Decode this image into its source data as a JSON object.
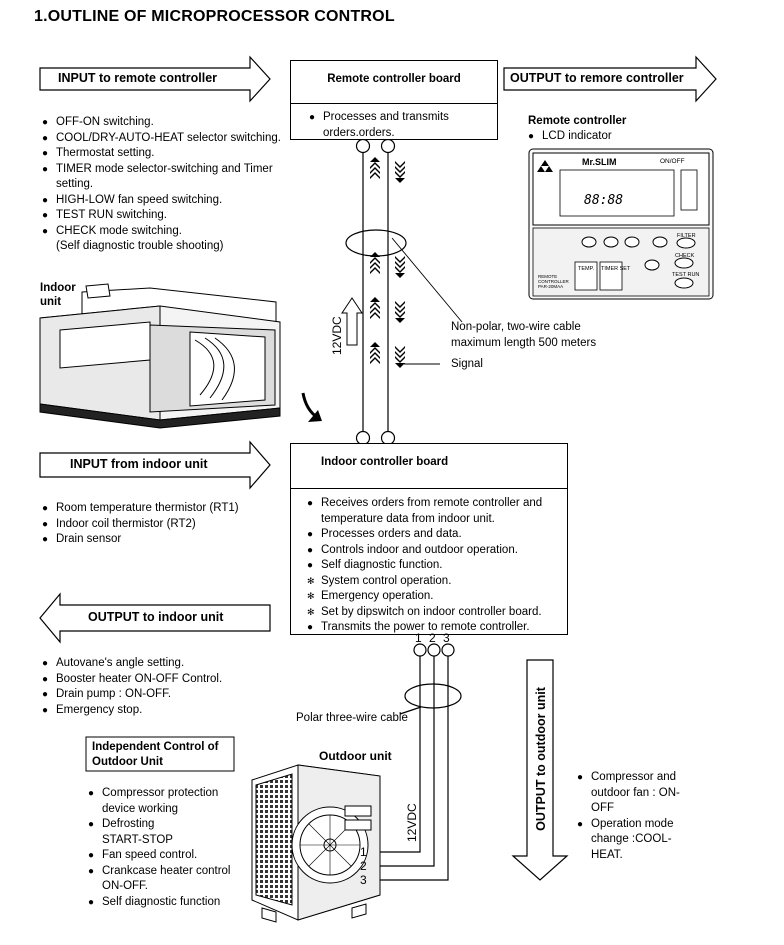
{
  "page_title": "1.OUTLINE OF MICROPROCESSOR CONTROL",
  "arrows": {
    "input_remote": "INPUT to remote controller",
    "output_remote": "OUTPUT to remore controller",
    "input_indoor": "INPUT from indoor unit",
    "output_indoor": "OUTPUT to indoor unit",
    "output_outdoor": "OUTPUT to outdoor unit"
  },
  "remote_board": {
    "title": "Remote controller board",
    "items": [
      "Processes and transmits orders.orders."
    ]
  },
  "remote_inputs": [
    {
      "text": "OFF-ON switching.",
      "kind": "bullet"
    },
    {
      "text": "COOL/DRY-AUTO-HEAT selector switching.",
      "kind": "bullet"
    },
    {
      "text": "Thermostat setting.",
      "kind": "bullet"
    },
    {
      "text": "TIMER mode selector-switching and Timer",
      "kind": "bullet"
    },
    {
      "text": "setting.",
      "kind": "sub"
    },
    {
      "text": "HIGH-LOW fan speed switching.",
      "kind": "bullet"
    },
    {
      "text": "TEST RUN switching.",
      "kind": "bullet"
    },
    {
      "text": "CHECK mode switching.",
      "kind": "bullet"
    },
    {
      "text": "(Self diagnostic trouble shooting)",
      "kind": "sub"
    }
  ],
  "remote_controller": {
    "title": "Remote controller",
    "items": [
      "LCD indicator"
    ],
    "brand": "Mr.SLIM",
    "power_label": "ON/OFF",
    "display_value": "88:88",
    "buttons": [
      "TEMP.",
      "TIMER SET",
      "FILTER",
      "CHECK",
      "TEST RUN"
    ],
    "model": "REMOTE CONTROLLER PAR-20MAA"
  },
  "indoor_unit_label": "Indoor\nunit",
  "cable_note": [
    "Non-polar, two-wire cable",
    "maximum length 500 meters"
  ],
  "signal_label": "Signal",
  "vdc_label": "12VDC",
  "indoor_board": {
    "title": "Indoor controller board",
    "items": [
      {
        "text": "Receives orders from remote controller and",
        "kind": "bullet"
      },
      {
        "text": "temperature data from indoor unit.",
        "kind": "sub"
      },
      {
        "text": "Processes orders and data.",
        "kind": "bullet"
      },
      {
        "text": "Controls indoor and outdoor operation.",
        "kind": "bullet"
      },
      {
        "text": "Self diagnostic function.",
        "kind": "bullet"
      },
      {
        "text": "System control operation.",
        "kind": "note"
      },
      {
        "text": "Emergency operation.",
        "kind": "note"
      },
      {
        "text": "Set by dipswitch on indoor controller board.",
        "kind": "note"
      },
      {
        "text": "Transmits the power to remote controller.",
        "kind": "bullet"
      }
    ]
  },
  "indoor_inputs": [
    "Room temperature thermistor (RT1)",
    "Indoor coil thermistor (RT2)",
    "Drain sensor"
  ],
  "indoor_outputs": [
    "Autovane's angle setting.",
    "Booster heater ON-OFF Control.",
    "Drain pump : ON-OFF.",
    "Emergency stop."
  ],
  "terminals": [
    "1",
    "2",
    "3"
  ],
  "polar_cable": "Polar three-wire cable",
  "independent_box": [
    "Independent Control of",
    "Outdoor Unit"
  ],
  "independent_items": [
    {
      "text": "Compressor protection",
      "kind": "bullet"
    },
    {
      "text": "device working",
      "kind": "sub"
    },
    {
      "text": "Defrosting",
      "kind": "bullet"
    },
    {
      "text": "START-STOP",
      "kind": "sub"
    },
    {
      "text": "Fan speed control.",
      "kind": "bullet"
    },
    {
      "text": "Crankcase heater control",
      "kind": "bullet"
    },
    {
      "text": "ON-OFF.",
      "kind": "sub"
    },
    {
      "text": "Self diagnostic function",
      "kind": "bullet"
    }
  ],
  "outdoor_unit_label": "Outdoor unit",
  "outdoor_outputs": [
    {
      "text": "Compressor and",
      "kind": "bullet"
    },
    {
      "text": "outdoor fan : ON-",
      "kind": "sub"
    },
    {
      "text": "OFF",
      "kind": "sub"
    },
    {
      "text": "Operation mode",
      "kind": "bullet"
    },
    {
      "text": "change :COOL-",
      "kind": "sub"
    },
    {
      "text": "HEAT.",
      "kind": "sub"
    }
  ]
}
